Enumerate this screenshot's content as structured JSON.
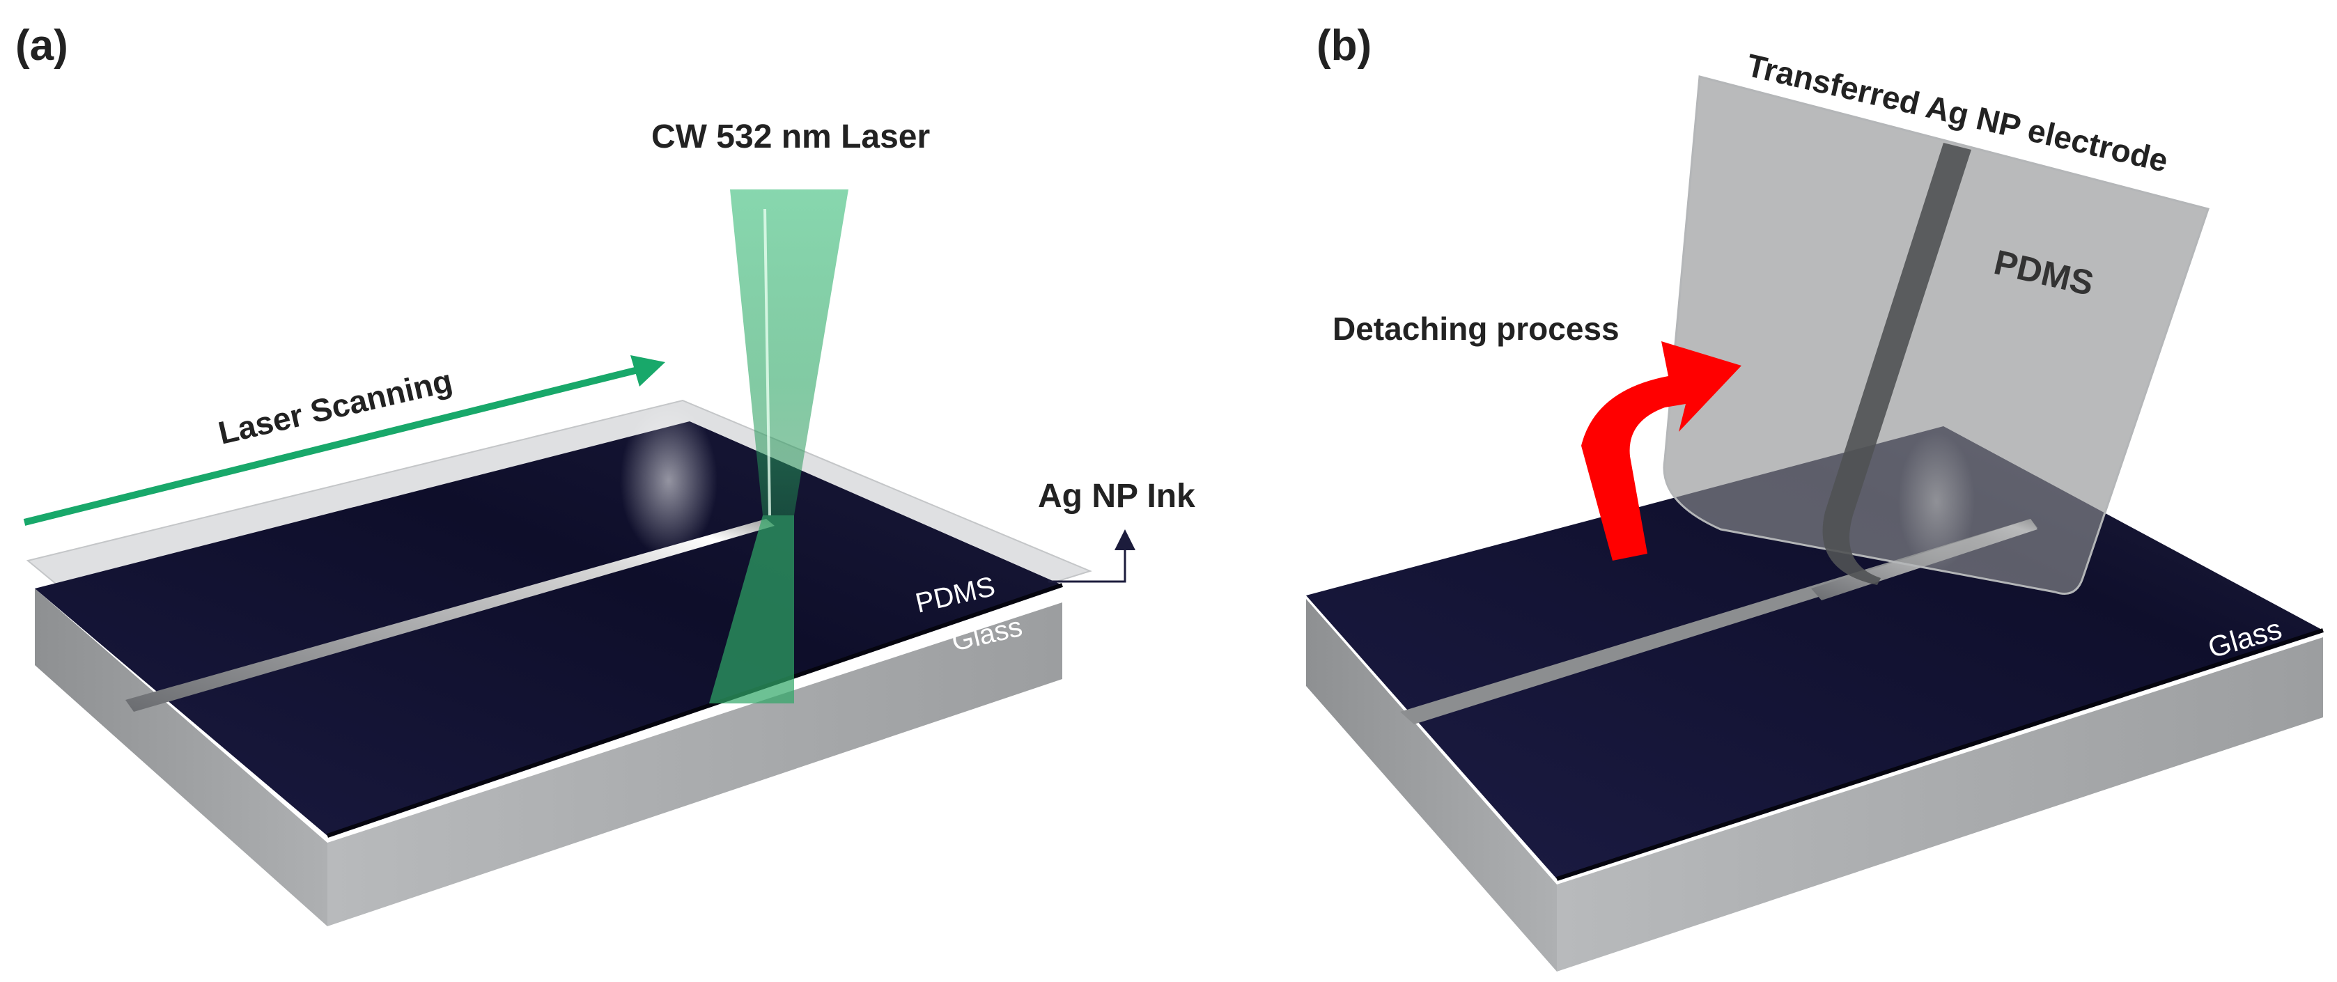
{
  "panels": {
    "a": {
      "label": "(a)",
      "laser_label": "CW 532 nm Laser",
      "scan_label": "Laser Scanning",
      "ink_label": "Ag NP Ink",
      "pdms_label": "PDMS",
      "glass_label": "Glass"
    },
    "b": {
      "label": "(b)",
      "electrode_label": "Transferred Ag NP electrode",
      "pdms_label": "PDMS",
      "detach_label": "Detaching process",
      "glass_label": "Glass"
    }
  },
  "colors": {
    "ink_top": "#10102e",
    "glass_side": "#a6a8aa",
    "laser_green": "#2fa766",
    "scan_arrow": "#18a86a",
    "detach_arrow": "#ff0000",
    "label_dark": "#222222",
    "label_light": "#ffffff"
  }
}
